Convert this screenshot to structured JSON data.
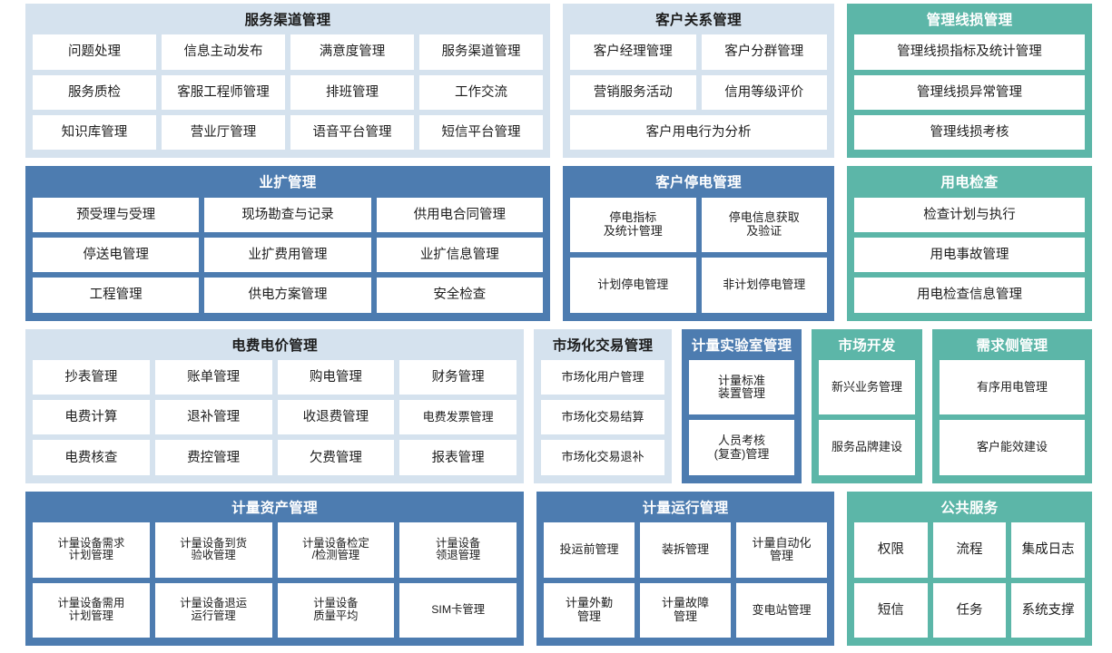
{
  "palette": {
    "light_blue": "#d5e2ee",
    "blue": "#4d7cb0",
    "teal": "#5cb6a8",
    "cell_bg": "#ffffff",
    "text_dark": "#1d1d1d",
    "text_light": "#ffffff",
    "page_bg": "#ffffff"
  },
  "rows": [
    {
      "panels": [
        {
          "id": "service-channel",
          "title": "服务渠道管理",
          "theme": "lightblue",
          "cells": [
            [
              "问题处理",
              "信息主动发布",
              "满意度管理",
              "服务渠道管理"
            ],
            [
              "服务质检",
              "客服工程师管理",
              "排班管理",
              "工作交流"
            ],
            [
              "知识库管理",
              "营业厅管理",
              "语音平台管理",
              "短信平台管理"
            ]
          ]
        },
        {
          "id": "customer-relation",
          "title": "客户关系管理",
          "theme": "lightblue",
          "cells": [
            [
              "客户经理管理",
              "客户分群管理"
            ],
            [
              "营销服务活动",
              "信用等级评价"
            ],
            [
              "客户用电行为分析"
            ]
          ]
        },
        {
          "id": "line-loss",
          "title": "管理线损管理",
          "theme": "teal",
          "cells": [
            [
              "管理线损指标及统计管理"
            ],
            [
              "管理线损异常管理"
            ],
            [
              "管理线损考核"
            ]
          ]
        }
      ]
    },
    {
      "panels": [
        {
          "id": "business-expansion",
          "title": "业扩管理",
          "theme": "blue",
          "cells": [
            [
              "预受理与受理",
              "现场勘查与记录",
              "供用电合同管理"
            ],
            [
              "停送电管理",
              "业扩费用管理",
              "业扩信息管理"
            ],
            [
              "工程管理",
              "供电方案管理",
              "安全检查"
            ]
          ]
        },
        {
          "id": "customer-outage",
          "title": "客户停电管理",
          "theme": "blue",
          "cells": [
            [
              "停电指标\n及统计管理",
              "停电信息获取\n及验证"
            ],
            [
              "计划停电管理",
              "非计划停电管理"
            ]
          ]
        },
        {
          "id": "power-inspection",
          "title": "用电检查",
          "theme": "teal",
          "cells": [
            [
              "检查计划与执行"
            ],
            [
              "用电事故管理"
            ],
            [
              "用电检查信息管理"
            ]
          ]
        }
      ]
    },
    {
      "panels": [
        {
          "id": "fee-price",
          "title": "电费电价管理",
          "theme": "lightblue",
          "cells": [
            [
              "抄表管理",
              "账单管理",
              "购电管理",
              "财务管理"
            ],
            [
              "电费计算",
              "退补管理",
              "收退费管理",
              "电费发票管理"
            ],
            [
              "电费核查",
              "费控管理",
              "欠费管理",
              "报表管理"
            ]
          ]
        },
        {
          "id": "market-trading",
          "title": "市场化交易管理",
          "theme": "lightblue",
          "cells": [
            [
              "市场化用户管理"
            ],
            [
              "市场化交易结算"
            ],
            [
              "市场化交易退补"
            ]
          ]
        },
        {
          "id": "metering-lab",
          "title": "计量实验室管理",
          "theme": "blue",
          "cells": [
            [
              "计量标准\n装置管理"
            ],
            [
              "人员考核\n(复查)管理"
            ]
          ]
        },
        {
          "id": "market-development",
          "title": "市场开发",
          "theme": "teal",
          "cells": [
            [
              "新兴业务管理"
            ],
            [
              "服务品牌建设"
            ]
          ]
        },
        {
          "id": "demand-side",
          "title": "需求侧管理",
          "theme": "teal",
          "cells": [
            [
              "有序用电管理"
            ],
            [
              "客户能效建设"
            ]
          ]
        }
      ]
    },
    {
      "panels": [
        {
          "id": "metering-asset",
          "title": "计量资产管理",
          "theme": "blue",
          "cells": [
            [
              "计量设备需求\n计划管理",
              "计量设备到货\n验收管理",
              "计量设备检定\n/检测管理",
              "计量设备\n领退管理"
            ],
            [
              "计量设备需用\n计划管理",
              "计量设备退运\n运行管理",
              "计量设备\n质量平均",
              "SIM卡管理"
            ]
          ]
        },
        {
          "id": "metering-operation",
          "title": "计量运行管理",
          "theme": "blue",
          "cells": [
            [
              "投运前管理",
              "装拆管理",
              "计量自动化\n管理"
            ],
            [
              "计量外勤\n管理",
              "计量故障\n管理",
              "变电站管理"
            ]
          ]
        },
        {
          "id": "public-service",
          "title": "公共服务",
          "theme": "teal",
          "cells": [
            [
              "权限",
              "流程",
              "集成日志"
            ],
            [
              "短信",
              "任务",
              "系统支撑"
            ]
          ]
        }
      ]
    }
  ]
}
